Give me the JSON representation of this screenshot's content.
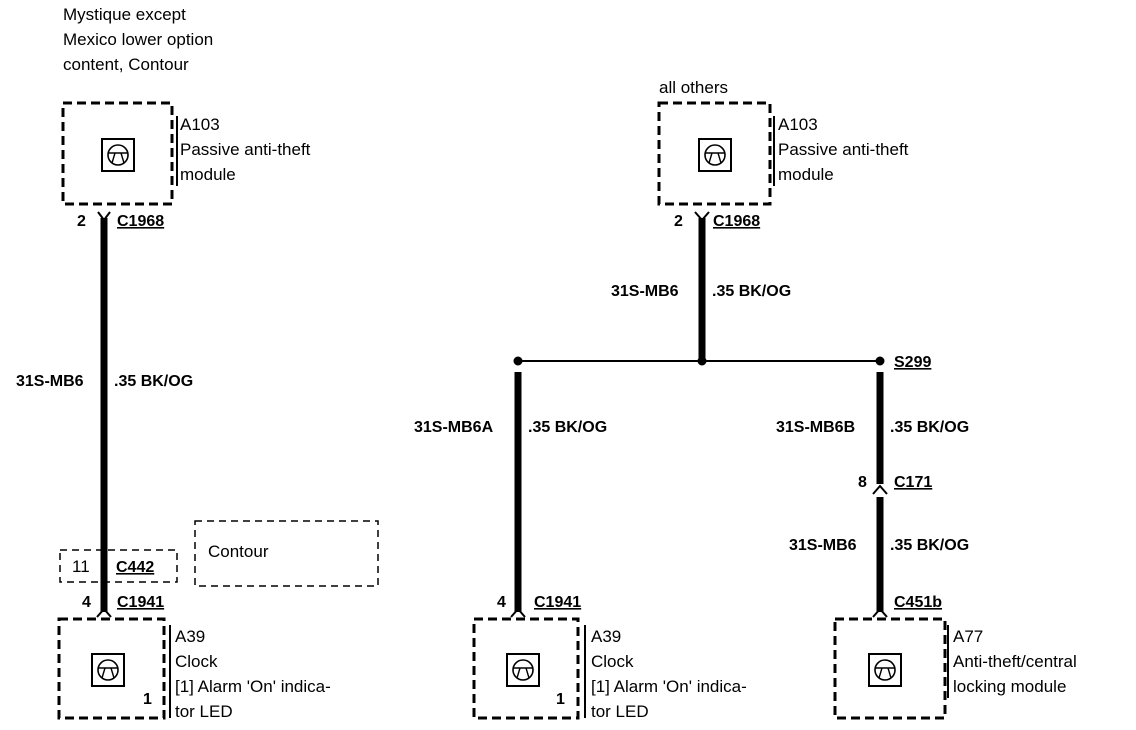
{
  "left_variant": {
    "condition_lines": [
      "Mystique except",
      "Mexico lower option",
      "content, Contour"
    ],
    "top_module": {
      "id": "A103",
      "name_lines": [
        "Passive anti-theft",
        "module"
      ]
    },
    "top_connector": {
      "pin": "2",
      "name": "C1968"
    },
    "wire": {
      "circuit": "31S-MB6",
      "spec": ".35 BK/OG"
    },
    "inline_connector": {
      "pin": "11",
      "name": "C442"
    },
    "inline_note": "Contour",
    "bottom_connector": {
      "pin": "4",
      "name": "C1941"
    },
    "bottom_module": {
      "id": "A39",
      "name_lines": [
        "Clock",
        "[1] Alarm 'On' indica-",
        "tor LED"
      ],
      "ref": "1"
    }
  },
  "right_variant": {
    "condition": "all others",
    "top_module": {
      "id": "A103",
      "name_lines": [
        "Passive anti-theft",
        "module"
      ]
    },
    "top_connector": {
      "pin": "2",
      "name": "C1968"
    },
    "wire_main": {
      "circuit": "31S-MB6",
      "spec": ".35 BK/OG"
    },
    "splice": "S299",
    "branch_a": {
      "wire": {
        "circuit": "31S-MB6A",
        "spec": ".35 BK/OG"
      },
      "bottom_connector": {
        "pin": "4",
        "name": "C1941"
      },
      "module": {
        "id": "A39",
        "name_lines": [
          "Clock",
          "[1] Alarm 'On' indica-",
          "tor LED"
        ],
        "ref": "1"
      }
    },
    "branch_b": {
      "wire_upper": {
        "circuit": "31S-MB6B",
        "spec": ".35 BK/OG"
      },
      "inline_connector": {
        "pin": "8",
        "name": "C171"
      },
      "wire_lower": {
        "circuit": "31S-MB6",
        "spec": ".35 BK/OG"
      },
      "bottom_connector": {
        "name": "C451b"
      },
      "module": {
        "id": "A77",
        "name_lines": [
          "Anti-theft/central",
          "locking module"
        ]
      }
    }
  }
}
